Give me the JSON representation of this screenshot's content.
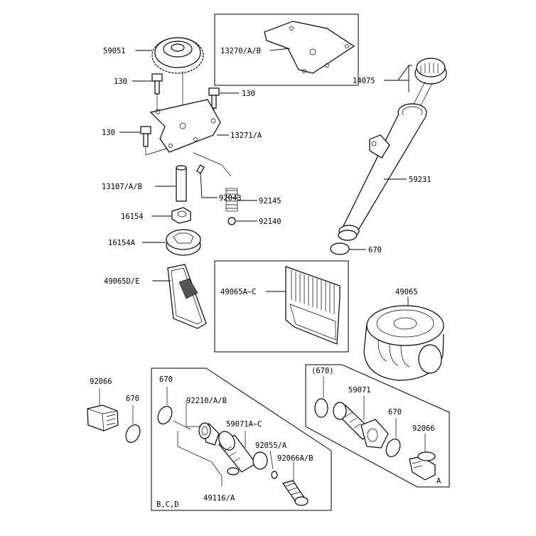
{
  "labels": {
    "p59051": "59051",
    "p130a": "130",
    "p130b": "130",
    "p130c": "130",
    "p13271": "13271/A",
    "p13270": "13270/A/B",
    "p14075": "14075",
    "p59231": "59231",
    "p13107": "13107/A/B",
    "p92043": "92043",
    "p92145": "92145",
    "p92140": "92140",
    "p16154": "16154",
    "p16154A": "16154A",
    "p670a": "670",
    "p49065DE": "49065D/E",
    "p49065AC": "49065A~C",
    "p49065": "49065",
    "p92066a": "92066",
    "p670b": "670",
    "p670c": "670",
    "p92210": "92210/A/B",
    "p59071AC": "59071A~C",
    "p92055": "92055/A",
    "p92066AB": "92066A/B",
    "p49116": "49116/A",
    "pBCD": "B,C,D",
    "p670paren": "(670)",
    "p59071": "59071",
    "p670d": "670",
    "p92066b": "92066",
    "pA": "A"
  }
}
